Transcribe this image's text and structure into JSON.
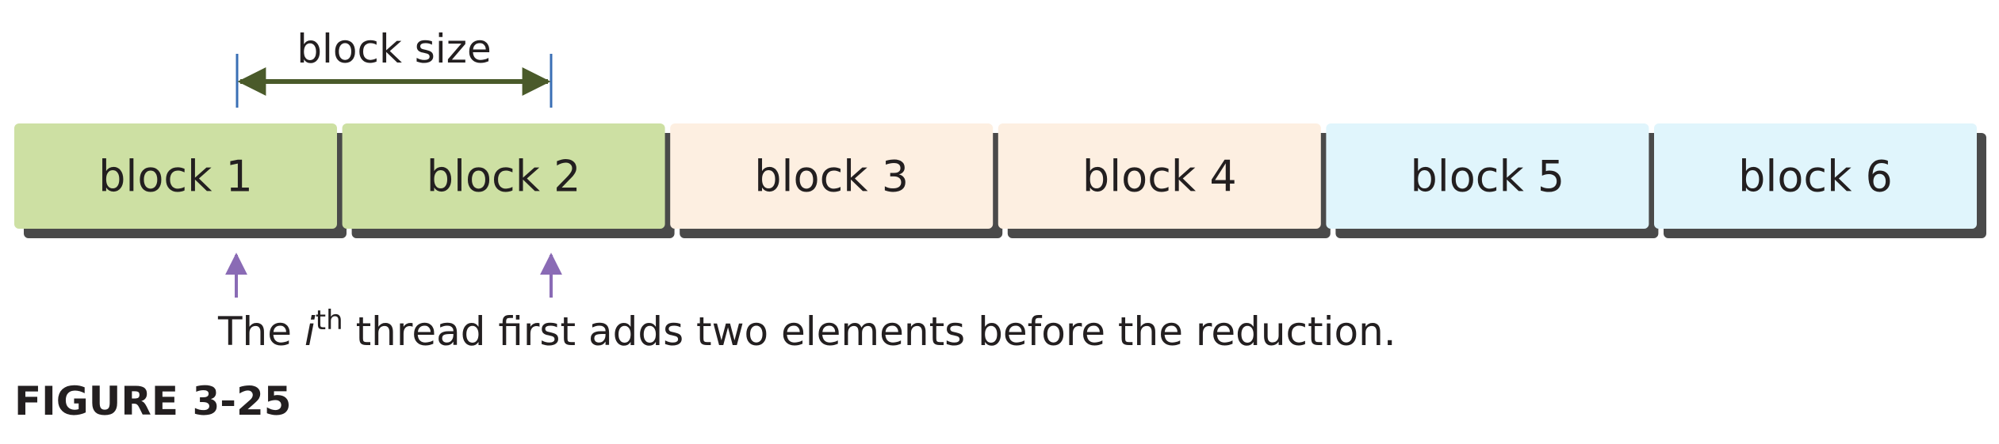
{
  "blocks": [
    {
      "label": "block 1",
      "group": "active"
    },
    {
      "label": "block 2",
      "group": "active"
    },
    {
      "label": "block 3",
      "group": "mid"
    },
    {
      "label": "block 4",
      "group": "mid"
    },
    {
      "label": "block 5",
      "group": "tail"
    },
    {
      "label": "block 6",
      "group": "tail"
    }
  ],
  "colors": {
    "active": "#cde0a3",
    "mid": "#fdefe1",
    "tail": "#e0f5fc",
    "shadow": "#4a4a4a",
    "size_arrow": "#4a5a2a",
    "size_tick": "#3a6fb5",
    "thread_arrow": "#8a6bb5"
  },
  "block_size_label": "block size",
  "caption": {
    "before": "The ",
    "italic": "i",
    "sup": "th",
    "after": " thread first adds two elements before the reduction."
  },
  "figure_label": "FIGURE 3-25"
}
